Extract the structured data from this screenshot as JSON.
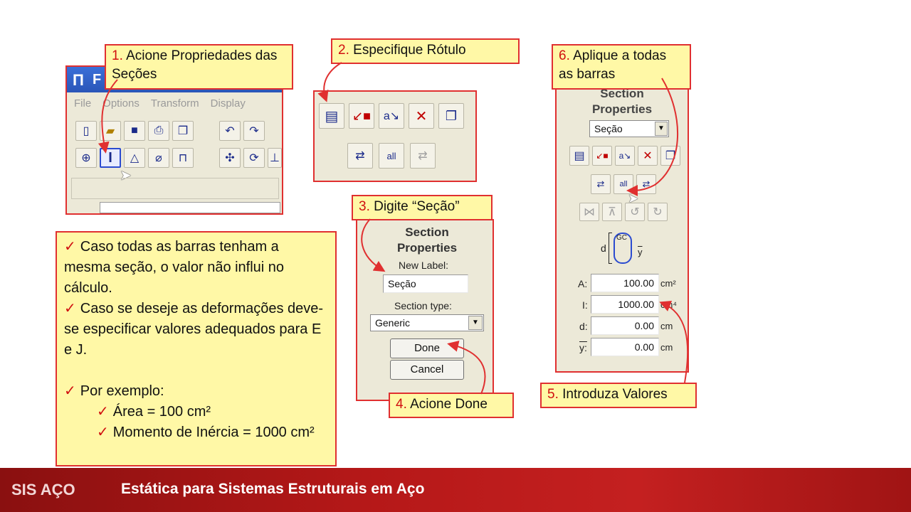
{
  "window": {
    "title_partial": "F",
    "menus": [
      "File",
      "Options",
      "Transform",
      "Display"
    ]
  },
  "callouts": {
    "c1_num": "1.",
    "c1_text": "Acione Propriedades das Seções",
    "c2_num": "2.",
    "c2_text": "Especifique Rótulo",
    "c3_num": "3.",
    "c3_text": "Digite “Seção”",
    "c4_num": "4.",
    "c4_text": "Acione Done",
    "c5_num": "5.",
    "c5_text": "Introduza Valores",
    "c6_num": "6.",
    "c6_text": "Aplique a todas as barras"
  },
  "section_dialog": {
    "title": "Section Properties",
    "new_label_caption": "New Label:",
    "new_label_value": "Seção",
    "section_type_caption": "Section type:",
    "section_type_value": "Generic",
    "done_label": "Done",
    "cancel_label": "Cancel"
  },
  "properties_panel": {
    "title": "Section Properties",
    "selected_section": "Seção",
    "diagram_d": "d",
    "diagram_gc": "GC",
    "diagram_y": "y",
    "rows": [
      {
        "label": "A:",
        "value": "100.00",
        "unit": "cm²"
      },
      {
        "label": "I:",
        "value": "1000.00",
        "unit": "cm⁴"
      },
      {
        "label": "d:",
        "value": "0.00",
        "unit": "cm"
      },
      {
        "label": "y:",
        "value": "0.00",
        "unit": "cm"
      }
    ]
  },
  "note": {
    "p1": "Caso todas as barras tenham a mesma seção, o valor não influi no cálculo.",
    "p2": "Caso se deseje as deformações deve-se especificar valores adequados para E e J.",
    "p3": "Por exemplo:",
    "p4": "Área = 100 cm²",
    "p5": "Momento de Inércia = 1000 cm²"
  },
  "footer": {
    "brand": "SIS AÇO",
    "title": "Estática para Sistemas Estruturais em Aço"
  },
  "colors": {
    "callout_bg": "#fff8a6",
    "callout_border": "#e03030",
    "panel_bg": "#ece9d8",
    "footer": "#b51818"
  }
}
